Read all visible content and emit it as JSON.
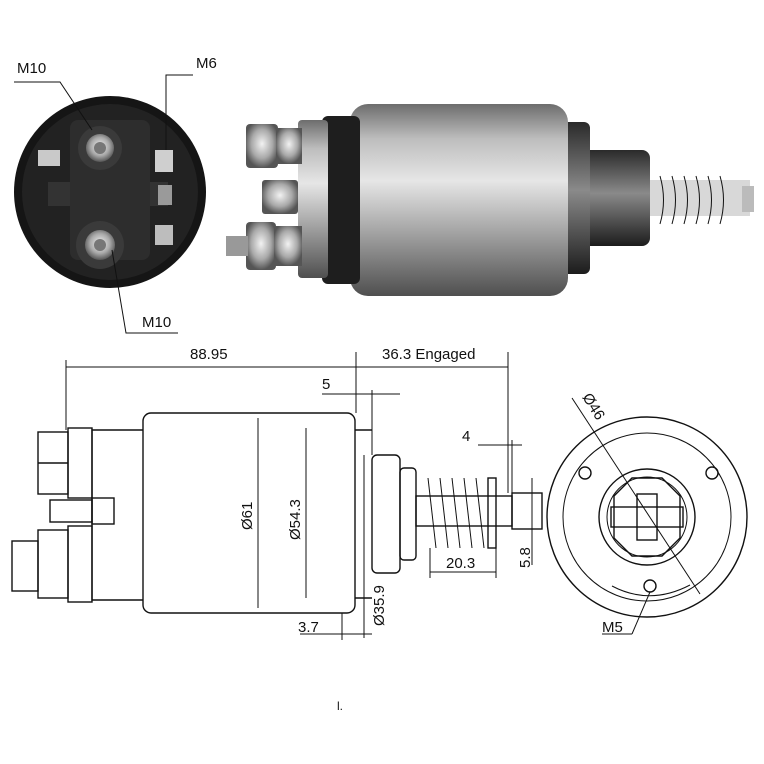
{
  "photo_end_view": {
    "label_top_left": "M10",
    "label_top_right": "M6",
    "label_bottom": "M10"
  },
  "side_view": {
    "dim_overall_length": "88.95",
    "dim_engaged": "36.3 Engaged",
    "dim_flange_offset": "5",
    "dim_body_diameter": "Ø61",
    "dim_inner_diameter": "Ø54.3",
    "dim_nose_diameter": "Ø35.9",
    "dim_flange_thickness": "3.7",
    "dim_plunger_end": "4",
    "dim_spring_length": "20.3",
    "dim_slot_width": "5.8"
  },
  "front_view": {
    "dim_bolt_circle": "Ø46",
    "dim_screw": "M5"
  },
  "footer_mark": "l."
}
